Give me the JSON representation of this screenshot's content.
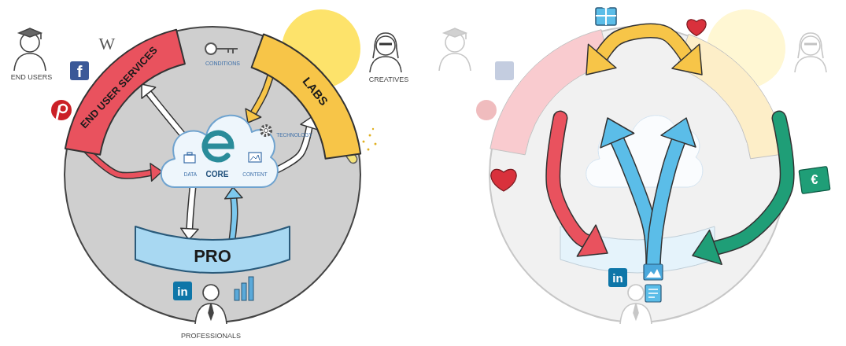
{
  "diagram": {
    "nodes": [
      {
        "text": [
          "END USER SERVICES"
        ]
      },
      {
        "text": [
          "LABS"
        ]
      },
      {
        "text": [
          "CORE"
        ]
      },
      {
        "text": [
          "PRO"
        ]
      }
    ],
    "edges": [
      {
        "from": 2,
        "to": 0,
        "arrow": "to"
      },
      {
        "from": 0,
        "to": 2,
        "arrow": "to"
      },
      {
        "from": 2,
        "to": 1,
        "arrow": "to"
      },
      {
        "from": 1,
        "to": 2,
        "arrow": "to"
      },
      {
        "from": 2,
        "to": 3,
        "arrow": "to"
      },
      {
        "from": 3,
        "to": 2,
        "arrow": "to"
      }
    ],
    "labels": [
      "END USERS",
      "W",
      "f",
      "CONDITIONS",
      "CREATIVES",
      "TECHNOLOGY",
      "DATA",
      "CONTENT",
      "in",
      "PROFESSIONALS",
      "€",
      "in"
    ]
  }
}
